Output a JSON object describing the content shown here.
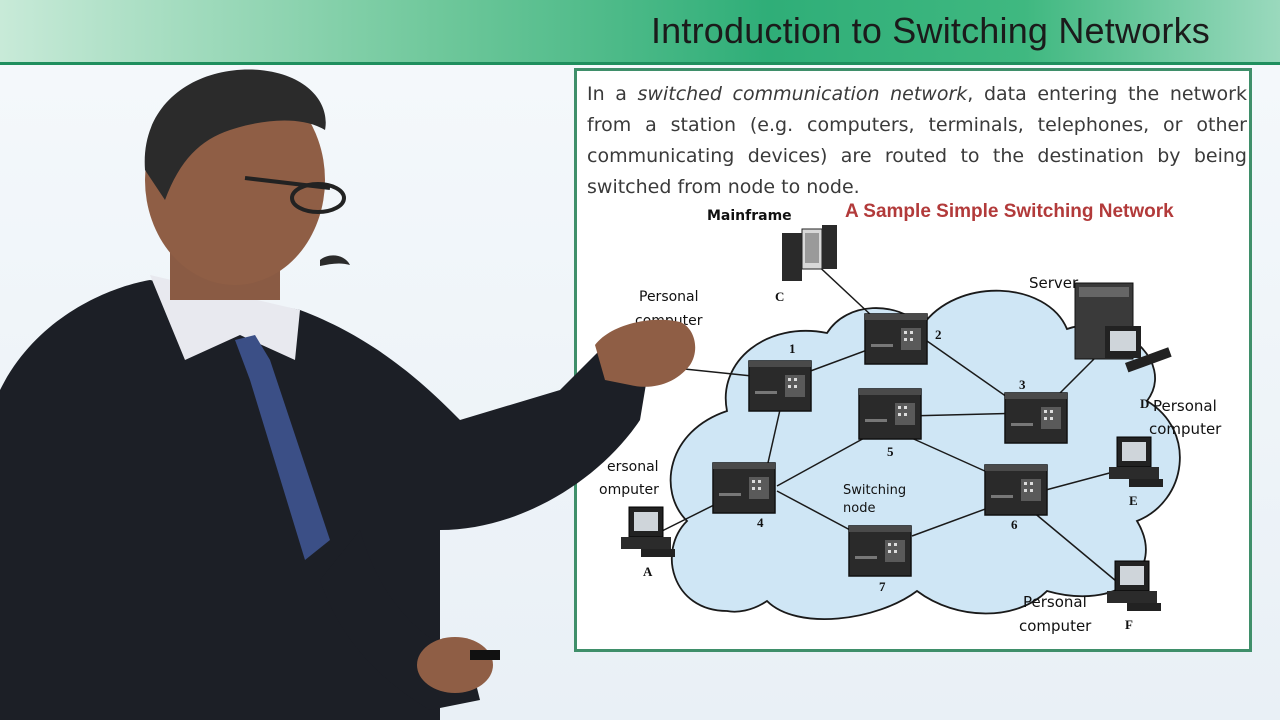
{
  "slide": {
    "title": "Introduction to Switching Networks"
  },
  "intro": {
    "part1": "In a ",
    "emphasis": "switched communication network",
    "part2": ", data entering the network from a station (e.g. computers, terminals, telephones, or other communicating devices) are routed to the destination by being switched from node to node."
  },
  "diagram": {
    "title": "A Sample Simple Switching Network",
    "stations": {
      "mainframe_label": "Mainframe",
      "mainframe_id": "C",
      "server_label": "Server",
      "server_id": "D",
      "pc_label_line1": "Personal",
      "pc_label_line2": "computer",
      "pc_b_line1": "Personal",
      "pc_b_line2": "computer",
      "pc_a_line1": "ersonal",
      "pc_a_line2": "omputer",
      "pc_a_id": "A",
      "pc_d_line1": "Personal",
      "pc_d_line2": "computer",
      "pc_e_id": "E",
      "pc_f_label": "Personal computer",
      "pc_f_line1": "Personal",
      "pc_f_line2": "computer",
      "pc_f_id": "F"
    },
    "nodes": [
      "1",
      "2",
      "3",
      "4",
      "5",
      "6",
      "7"
    ],
    "switching_node_label_line1": "Switching",
    "switching_node_label_line2": "node"
  },
  "colors": {
    "header_green": "#2fae78",
    "frame_green": "#3f8f6a",
    "title_red": "#b23a3a",
    "cloud_fill": "#cfe6f5"
  }
}
